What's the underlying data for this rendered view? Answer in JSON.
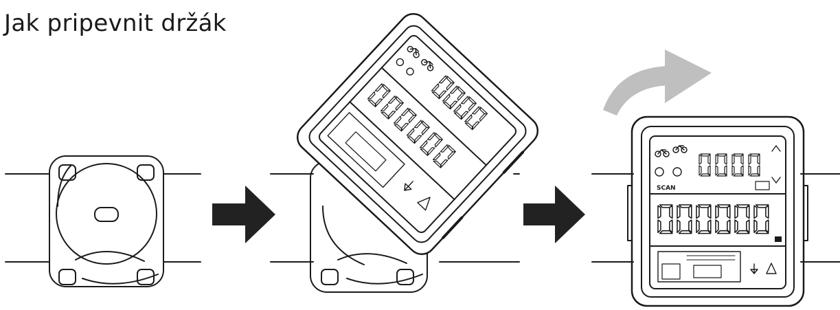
{
  "title": "Jak pripevnit držák",
  "colors": {
    "ink": "#1a1a1a",
    "arrow": "#222222",
    "curved_arrow": "#bfbfbf",
    "background": "#ffffff"
  },
  "steps": [
    {
      "id": "step-1",
      "icon": "mount-bracket-icon"
    },
    {
      "id": "step-2",
      "icon": "computer-tilted-icon"
    },
    {
      "id": "step-3",
      "icon": "computer-mounted-icon"
    }
  ],
  "arrows": [
    {
      "id": "arrow-1",
      "icon": "right-arrow-icon"
    },
    {
      "id": "arrow-2",
      "icon": "right-arrow-icon"
    },
    {
      "id": "rotate",
      "icon": "curved-arrow-icon"
    }
  ],
  "lcd": {
    "scan_label": "SCAN"
  }
}
